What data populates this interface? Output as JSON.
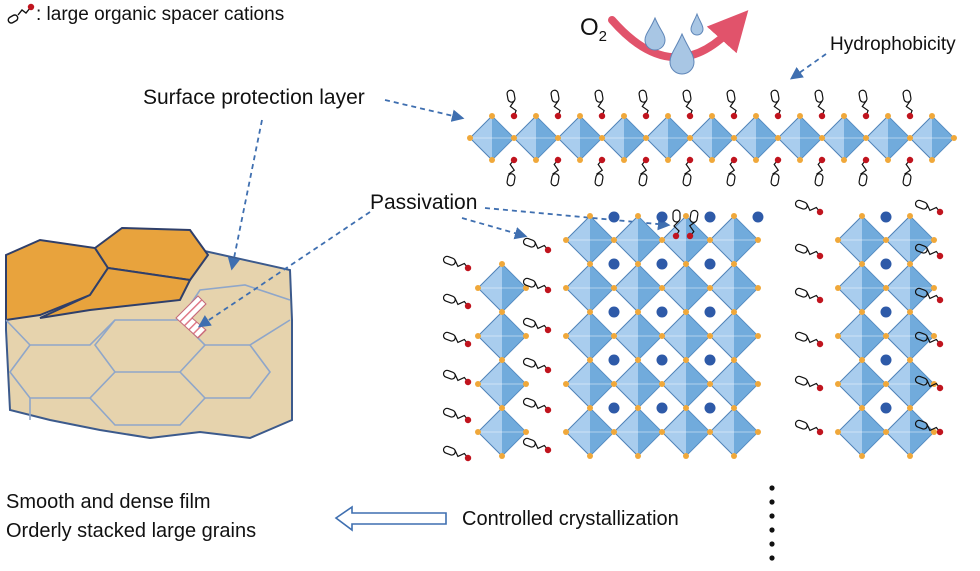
{
  "legend": {
    "text": ": large organic spacer cations"
  },
  "labels": {
    "surface_protection": "Surface protection layer",
    "passivation": "Passivation",
    "hydrophobicity": "Hydrophobicity",
    "o2_main": "O",
    "o2_sub": "2",
    "controlled": "Controlled crystallization"
  },
  "film": {
    "line1": "Smooth and dense film",
    "line2": "Orderly stacked large grains"
  },
  "colors": {
    "octahedron_light": "#a9cdee",
    "octahedron_dark": "#5f9fd6",
    "corner_atom": "#f0a83a",
    "a_site_cation": "#2e5aa8",
    "spacer_head": "#c0141e",
    "grain_orange": "#e8a33d",
    "grain_tan": "#e6d3ad",
    "arrow_dash": "#3f6fb0",
    "o2_arrow": "#e1536b",
    "droplet": "#a8c6e4"
  },
  "icons": [
    "spacer-cation-icon",
    "water-droplet-icon",
    "o2-curved-arrow-icon",
    "hollow-arrow-left-icon"
  ]
}
